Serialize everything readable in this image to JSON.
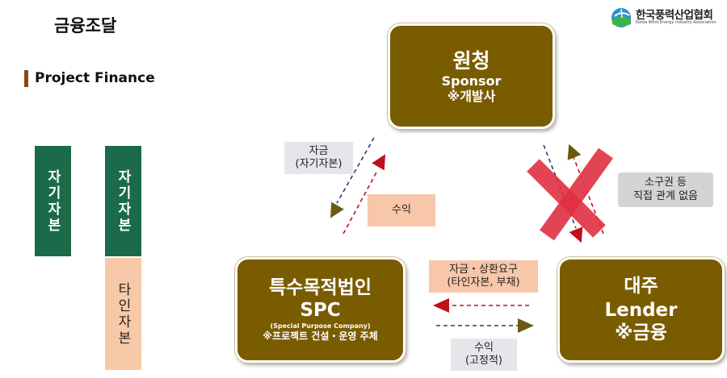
{
  "header": {
    "title": "금융조달",
    "logo_korean": "한국풍력산업협회",
    "logo_english": "Korea Wind Energy Industry Association"
  },
  "section": {
    "title": "Project Finance"
  },
  "capital_bars": [
    {
      "text": "자기자본"
    },
    {
      "text": "자기자본"
    },
    {
      "text": "타인자본"
    }
  ],
  "nodes": {
    "sponsor": {
      "title": "원청",
      "subtitle": "Sponsor",
      "note": "※개발사"
    },
    "spc": {
      "title": "특수목적법인",
      "subtitle": "SPC",
      "detail": "(Special Purpose Company)",
      "note": "※프로젝트 건설・운영 주체"
    },
    "lender": {
      "title": "대주",
      "subtitle": "Lender",
      "note": "※금융"
    }
  },
  "labels": {
    "funding": {
      "line1": "자금",
      "line2": "(자기자본)"
    },
    "return_sponsor": {
      "line1": "수익"
    },
    "no_relation": {
      "line1": "소구권 등",
      "line2": "직접 관계 없음"
    },
    "repayment": {
      "line1": "자금・상환요구",
      "line2": "(타인자본, 부채)"
    },
    "return_fixed": {
      "line1": "수익",
      "line2": "(고정적)"
    }
  },
  "colors": {
    "node_fill": "#7a5c00",
    "equity_green": "#1b6b4a",
    "debt_peach": "#f8c9a8",
    "arrow_navy": "#2c3e6b",
    "arrow_red": "#c0101a",
    "cross_red": "#e03040",
    "arrowhead_olive": "#6b5a10"
  }
}
